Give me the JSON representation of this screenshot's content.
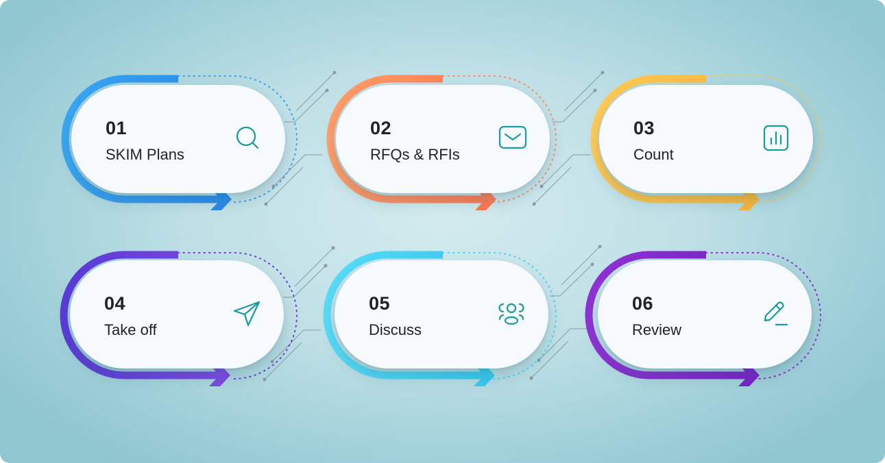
{
  "steps": [
    {
      "number": "01",
      "label": "SKIM Plans",
      "icon": "search-icon",
      "color": "#3d9ff0"
    },
    {
      "number": "02",
      "label": "RFQs & RFIs",
      "icon": "mail-icon",
      "color": "#ff8c5e"
    },
    {
      "number": "03",
      "label": "Count",
      "icon": "chart-icon",
      "color": "#ffc64f"
    },
    {
      "number": "04",
      "label": "Take off",
      "icon": "send-icon",
      "color": "#6b3fd8"
    },
    {
      "number": "05",
      "label": "Discuss",
      "icon": "users-icon",
      "color": "#4dd5f5"
    },
    {
      "number": "06",
      "label": "Review",
      "icon": "edit-icon",
      "color": "#8a2fd0"
    }
  ],
  "icon_color": "#1a9a9c"
}
